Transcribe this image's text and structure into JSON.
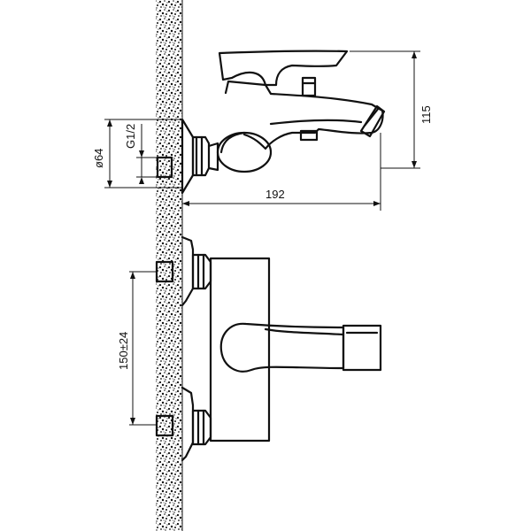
{
  "drawing": {
    "labels": {
      "height": "115",
      "projection": "192",
      "diameter": "ø64",
      "thread": "G1/2",
      "centers": "150±24"
    }
  }
}
